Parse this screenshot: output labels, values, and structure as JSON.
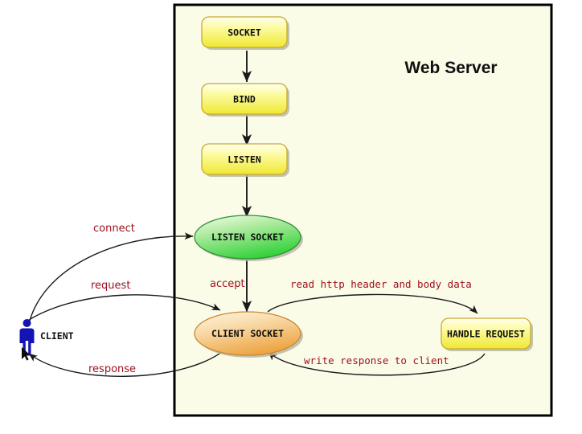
{
  "diagram": {
    "title": "Web Server",
    "background_color": "#ffffff",
    "server_panel_color": "#fbfce8",
    "server_border_color": "#000000",
    "edge_label_color": "#a01020",
    "node_text_color": "#101010"
  },
  "client": {
    "label": "CLIENT",
    "icon": "person-icon",
    "icon_color": "#1414b4",
    "cursor_icon": "mouse-pointer-icon"
  },
  "nodes": [
    {
      "id": "socket",
      "label": "SOCKET",
      "shape": "rounded-rect",
      "fill_top": "#fdfdb0",
      "fill_bottom": "#f0ea3c",
      "border": "#c8a832"
    },
    {
      "id": "bind",
      "label": "BIND",
      "shape": "rounded-rect",
      "fill_top": "#fdfdb0",
      "fill_bottom": "#f0ea3c",
      "border": "#c8a832"
    },
    {
      "id": "listen",
      "label": "LISTEN",
      "shape": "rounded-rect",
      "fill_top": "#fdfdb0",
      "fill_bottom": "#f0ea3c",
      "border": "#c8a832"
    },
    {
      "id": "listen-socket",
      "label": "LISTEN SOCKET",
      "shape": "ellipse",
      "fill_top": "#ddf5cd",
      "fill_bottom": "#34d43a",
      "border": "#2f8f35"
    },
    {
      "id": "client-socket",
      "label": "CLIENT SOCKET",
      "shape": "ellipse",
      "fill_top": "#fbe8c4",
      "fill_bottom": "#efa545",
      "border": "#c78a36"
    },
    {
      "id": "handle-request",
      "label": "HANDLE REQUEST",
      "shape": "rounded-rect",
      "fill_top": "#fdfdb0",
      "fill_bottom": "#f0ea3c",
      "border": "#c8a832"
    }
  ],
  "edges": [
    {
      "id": "socket-bind",
      "label": "",
      "from": "socket",
      "to": "bind"
    },
    {
      "id": "bind-listen",
      "label": "",
      "from": "bind",
      "to": "listen"
    },
    {
      "id": "listen-listensocket",
      "label": "",
      "from": "listen",
      "to": "listen-socket"
    },
    {
      "id": "connect",
      "label": "connect",
      "from": "client",
      "to": "listen-socket"
    },
    {
      "id": "accept",
      "label": "accept",
      "from": "listen-socket",
      "to": "client-socket"
    },
    {
      "id": "request",
      "label": "request",
      "from": "client",
      "to": "client-socket"
    },
    {
      "id": "response",
      "label": "response",
      "from": "client-socket",
      "to": "client"
    },
    {
      "id": "read-http",
      "label": "read http header and body data",
      "from": "client-socket",
      "to": "handle-request"
    },
    {
      "id": "write-response",
      "label": "write response to client",
      "from": "handle-request",
      "to": "client-socket"
    }
  ]
}
